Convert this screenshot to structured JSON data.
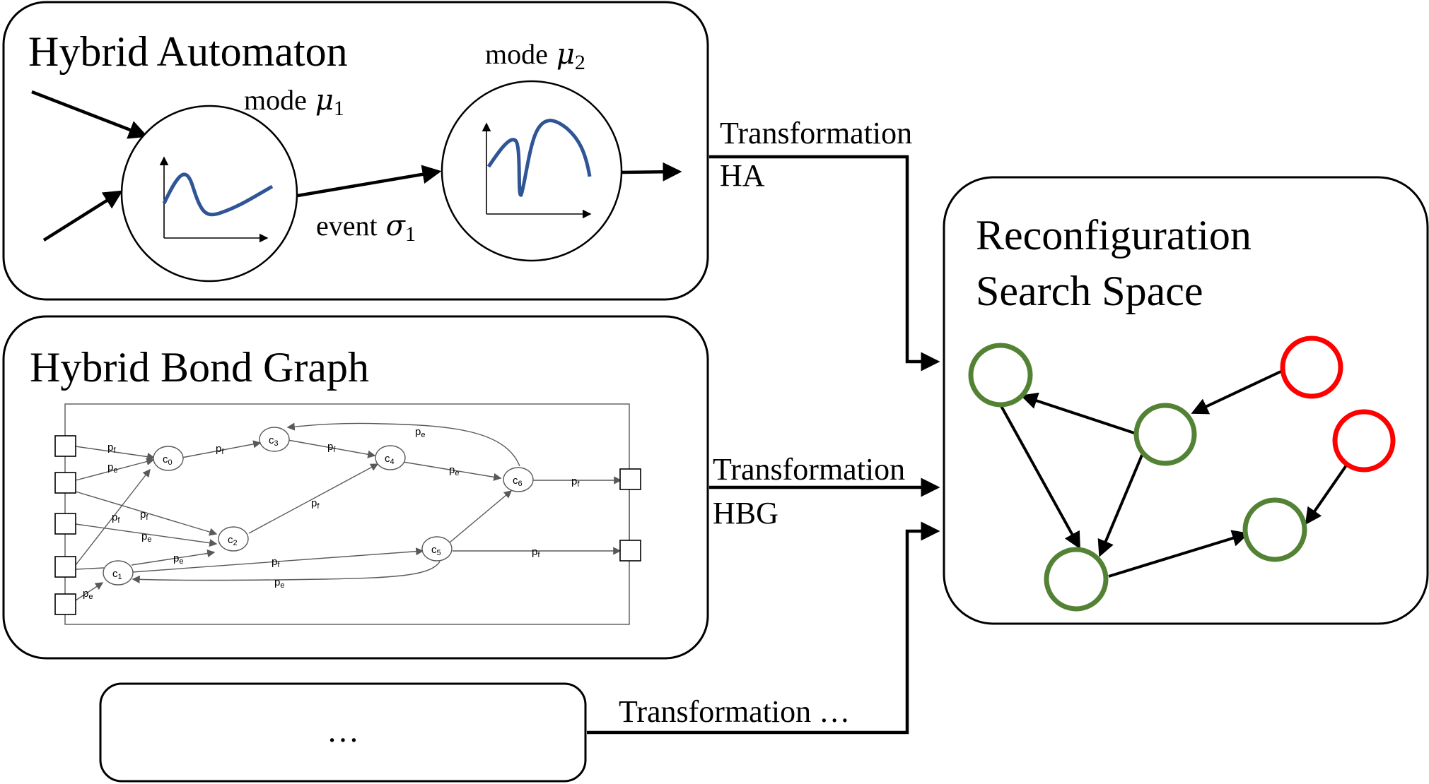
{
  "colors": {
    "curve": "#2f5597",
    "node_ok": "#548235",
    "node_fault": "#ff0000",
    "line": "#000000",
    "graph_line": "#595959"
  },
  "hybrid_automaton": {
    "title": "Hybrid Automaton",
    "mode1_word": "mode",
    "mode1_symbol": "μ",
    "mode1_sub": "1",
    "mode2_word": "mode",
    "mode2_symbol": "μ",
    "mode2_sub": "2",
    "event_word": "event",
    "event_symbol": "σ",
    "event_sub": "1"
  },
  "hybrid_bond_graph": {
    "title": "Hybrid Bond Graph",
    "nodes": {
      "c0": {
        "letter": "c",
        "sub": "0"
      },
      "c1": {
        "letter": "c",
        "sub": "1"
      },
      "c2": {
        "letter": "c",
        "sub": "2"
      },
      "c3": {
        "letter": "c",
        "sub": "3"
      },
      "c4": {
        "letter": "c",
        "sub": "4"
      },
      "c5": {
        "letter": "c",
        "sub": "5"
      },
      "c6": {
        "letter": "c",
        "sub": "6"
      }
    },
    "edge_labels": {
      "pf_letter": "p",
      "pf_sub": "f",
      "pe_letter": "p",
      "pe_sub": "e"
    }
  },
  "other_box": {
    "label": "…"
  },
  "transformations": {
    "ha_label": "Transformation",
    "ha_name": "HA",
    "hbg_label": "Transformation",
    "hbg_name": "HBG",
    "other_label": "Transformation …"
  },
  "search_space": {
    "title_line1": "Reconfiguration",
    "title_line2": "Search Space"
  }
}
